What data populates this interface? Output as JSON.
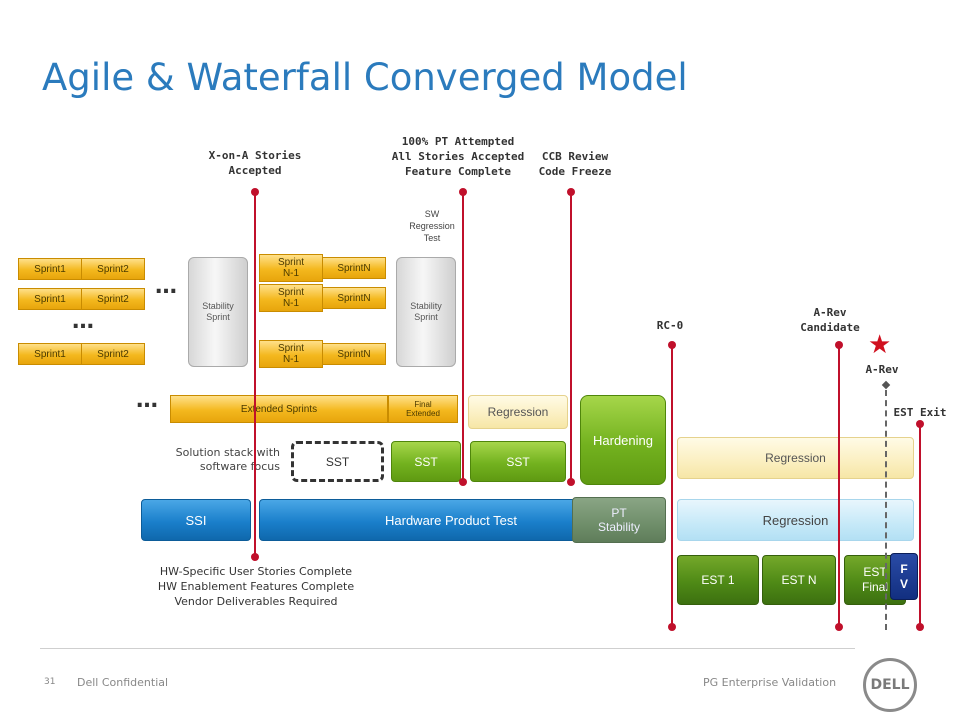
{
  "title": "Agile & Waterfall Converged Model",
  "milestones": {
    "xona": "X-on-A Stories\nAccepted",
    "pt100": "100% PT Attempted\nAll Stories Accepted\nFeature Complete",
    "ccb": "CCB Review\nCode Freeze",
    "rc0": "RC-0",
    "arev_candidate": "A-Rev\nCandidate",
    "arev": "A-Rev",
    "est_exit": "EST Exit"
  },
  "sw_regression_test": "SW\nRegression\nTest",
  "sprints": {
    "sprint1": "Sprint1",
    "sprint2": "Sprint2",
    "sprint_n1": "Sprint\nN-1",
    "sprint_n": "SprintN",
    "stability_sprint": "Stability\nSprint",
    "extended_sprints": "Extended Sprints",
    "final_extended": "Final\nExtended",
    "ellipsis": "…"
  },
  "blocks": {
    "regression_top": "Regression",
    "hardening": "Hardening",
    "sst1": "SST",
    "sst2": "SST",
    "sst3": "SST",
    "ssi": "SSI",
    "hardware_product_test": "Hardware Product Test",
    "pt_stability": "PT\nStability",
    "regression_right_1": "Regression",
    "regression_right_2": "Regression",
    "est1": "EST 1",
    "estn": "EST N",
    "est_final": "EST\nFinal",
    "fv": "F\nV"
  },
  "solution_stack_label": "Solution stack with\nsoftware focus",
  "hw_notes": "HW-Specific User Stories Complete\nHW Enablement Features Complete\nVendor Deliverables Required",
  "footer": {
    "page_number": "31",
    "confidential": "Dell Confidential",
    "org": "PG Enterprise Validation",
    "logo": "DELL"
  },
  "colors": {
    "title_blue": "#2b7bbd",
    "milestone_red": "#c0102b",
    "sprint_gold": "#f4b81e",
    "hardening_green": "#73b21f",
    "ssi_blue": "#1a7fcb"
  }
}
